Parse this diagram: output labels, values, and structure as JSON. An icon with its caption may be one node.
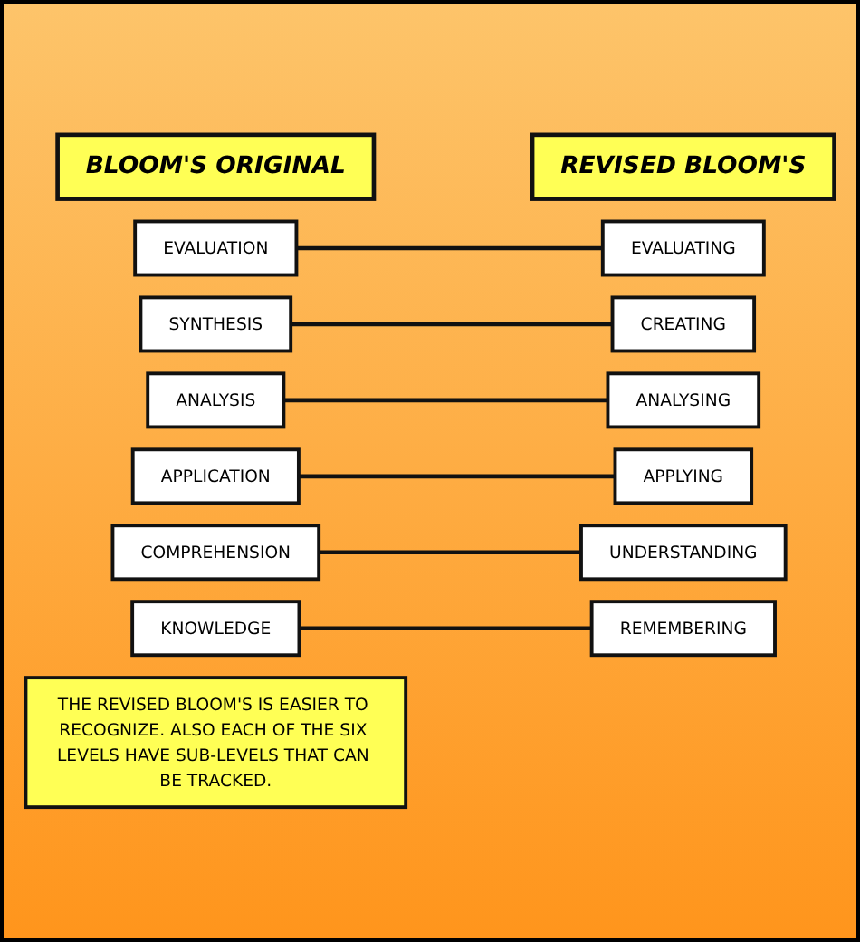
{
  "diagram": {
    "nodes": [
      {
        "text": [
          "BLOOM'S ORIGINAL"
        ]
      },
      {
        "text": [
          "REVISED BLOOM'S"
        ]
      },
      {
        "text": [
          "EVALUATION"
        ]
      },
      {
        "text": [
          "CREATING"
        ]
      },
      {
        "text": [
          "SYNTHESIS"
        ]
      },
      {
        "text": [
          "EVALUATING"
        ]
      },
      {
        "text": [
          "ANALYSIS"
        ]
      },
      {
        "text": [
          "ANALYSING"
        ]
      },
      {
        "text": [
          "APPLICATION"
        ]
      },
      {
        "text": [
          "APPLYING"
        ]
      },
      {
        "text": [
          "COMPREHENSION"
        ]
      },
      {
        "text": [
          "UNDERSTANDING"
        ]
      },
      {
        "text": [
          "KNOWLEDGE"
        ]
      },
      {
        "text": [
          "REMEMBERING"
        ]
      },
      {
        "text": [
          "THE REVISED BLOOM'S IS EASIER TO RECOGNIZE. ALSO EACH OF THE SIX LEVELS HAVE SUB-LEVELS THAT CAN BE TRACKED."
        ]
      }
    ],
    "edges": [
      {
        "from": 2,
        "to": 5,
        "arrow": "none"
      },
      {
        "from": 4,
        "to": 3,
        "arrow": "none"
      },
      {
        "from": 6,
        "to": 7,
        "arrow": "none"
      },
      {
        "from": 8,
        "to": 9,
        "arrow": "none"
      },
      {
        "from": 10,
        "to": 11,
        "arrow": "none"
      },
      {
        "from": 12,
        "to": 13,
        "arrow": "none"
      }
    ]
  }
}
